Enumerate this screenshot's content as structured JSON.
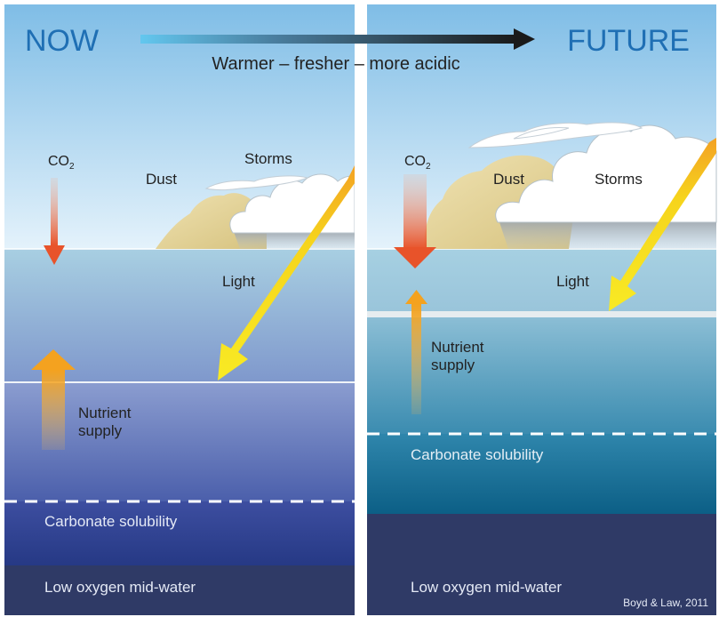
{
  "header": {
    "now_label": "NOW",
    "future_label": "FUTURE",
    "trend_caption": "Warmer – fresher – more acidic"
  },
  "now_panel": {
    "co2_label": "CO",
    "co2_subscript": "2",
    "dust_label": "Dust",
    "storms_label": "Storms",
    "light_label": "Light",
    "nutrient_label_line1": "Nutrient",
    "nutrient_label_line2": "supply",
    "carbonate_label": "Carbonate solubility",
    "low_oxygen_label": "Low oxygen mid-water"
  },
  "future_panel": {
    "co2_label": "CO",
    "co2_subscript": "2",
    "dust_label": "Dust",
    "storms_label": "Storms",
    "light_label": "Light",
    "nutrient_label_line1": "Nutrient",
    "nutrient_label_line2": "supply",
    "carbonate_label": "Carbonate solubility",
    "low_oxygen_label": "Low oxygen mid-water"
  },
  "credit": "Boyd & Law, 2011",
  "colors": {
    "title_blue": "#1f6fb4",
    "co2_arrow": "#e8532a",
    "nutrient_arrow": "#f4a21f",
    "light_arrow": "#f6e21c",
    "deep_water": "#2f3a66"
  }
}
